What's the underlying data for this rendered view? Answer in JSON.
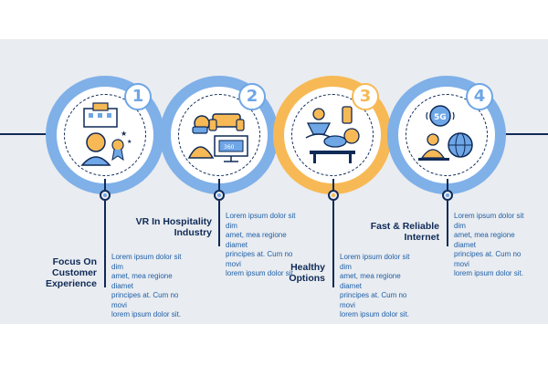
{
  "colors": {
    "background_band": "#e9ecf0",
    "navy": "#0f2a57",
    "blue_ring": "#7fb0e8",
    "blue_badge": "#6ea6e6",
    "orange_ring": "#f7b955",
    "lorem_text": "#1e5fa8"
  },
  "steps": [
    {
      "number": "1",
      "title": "Focus On\nCustomer\nExperience",
      "text": "Lorem ipsum dolor sit dim\namet, mea regione diamet\nprincipes at. Cum no movi\nlorem   ipsum   dolor   sit.",
      "icon": "customer-experience-icon",
      "accent": "blue"
    },
    {
      "number": "2",
      "title": "VR In Hospitality\nIndustry",
      "text": "Lorem ipsum dolor sit dim\namet, mea regione diamet\nprincipes at. Cum no movi\nlorem   ipsum   dolor   sit.",
      "icon": "vr-hospitality-icon",
      "accent": "blue"
    },
    {
      "number": "3",
      "title": "Healthy\nOptions",
      "text": "Lorem ipsum dolor sit dim\namet, mea regione diamet\nprincipes at. Cum no movi\nlorem   ipsum   dolor   sit.",
      "icon": "healthy-options-icon",
      "accent": "orange"
    },
    {
      "number": "4",
      "title": "Fast & Reliable\nInternet",
      "text": "Lorem ipsum dolor sit dim\namet, mea regione diamet\nprincipes at. Cum no movi\nlorem   ipsum   dolor   sit.",
      "icon": "fast-internet-icon",
      "accent": "blue"
    }
  ]
}
